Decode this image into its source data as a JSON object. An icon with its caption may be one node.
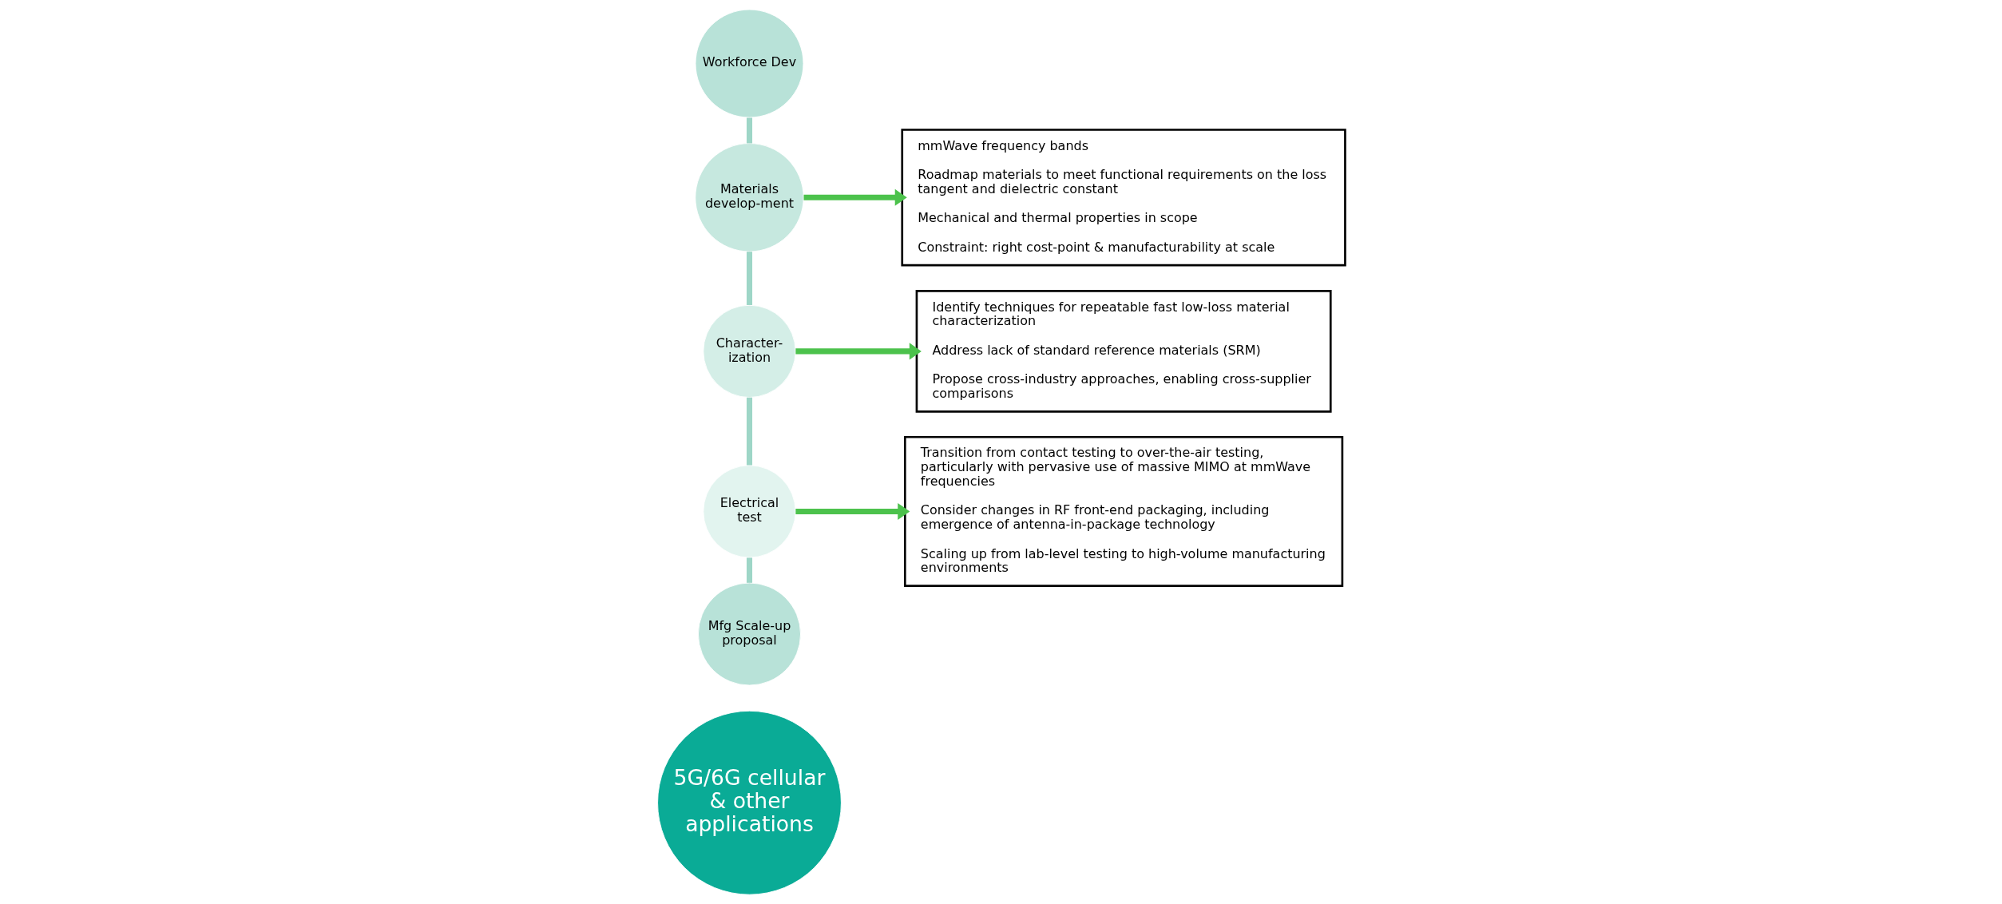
{
  "diagram": {
    "nodes": [
      {
        "text": [
          "5G/6G cellular & other applications"
        ]
      },
      {
        "text": [
          "Workforce Dev"
        ]
      },
      {
        "text": [
          "Materials develop-ment"
        ]
      },
      {
        "text": [
          "Character-ization"
        ]
      },
      {
        "text": [
          "Electrical test"
        ]
      },
      {
        "text": [
          "Mfg Scale-up proposal"
        ]
      },
      {
        "text": [
          "mmWave frequency bands",
          "Roadmap materials to meet functional requirements on the loss tangent and dielectric constant",
          "Mechanical and thermal properties in scope",
          "Constraint: right cost-point & manufacturability at scale"
        ]
      },
      {
        "text": [
          "Identify techniques for repeatable fast low-loss material characterization",
          "Address lack of standard reference materials (SRM)",
          "Propose cross-industry approaches, enabling cross-supplier comparisons"
        ]
      },
      {
        "text": [
          "Transition from contact testing to over-the-air testing, particularly with pervasive use of massive MIMO at mmWave frequencies",
          "Consider changes in RF front-end packaging, including emergence of antenna-in-package technology",
          "Scaling up from lab-level testing to high-volume manufacturing environments"
        ]
      }
    ],
    "edges": [
      {
        "from": 1,
        "to": 2,
        "arrow": "none"
      },
      {
        "from": 2,
        "to": 3,
        "arrow": "none"
      },
      {
        "from": 3,
        "to": 4,
        "arrow": "none"
      },
      {
        "from": 4,
        "to": 5,
        "arrow": "none"
      },
      {
        "from": 2,
        "to": 6,
        "arrow": "to",
        "color": "#4cc24c"
      },
      {
        "from": 3,
        "to": 7,
        "arrow": "to",
        "color": "#4cc24c"
      },
      {
        "from": 4,
        "to": 8,
        "arrow": "to",
        "color": "#4cc24c"
      }
    ]
  }
}
